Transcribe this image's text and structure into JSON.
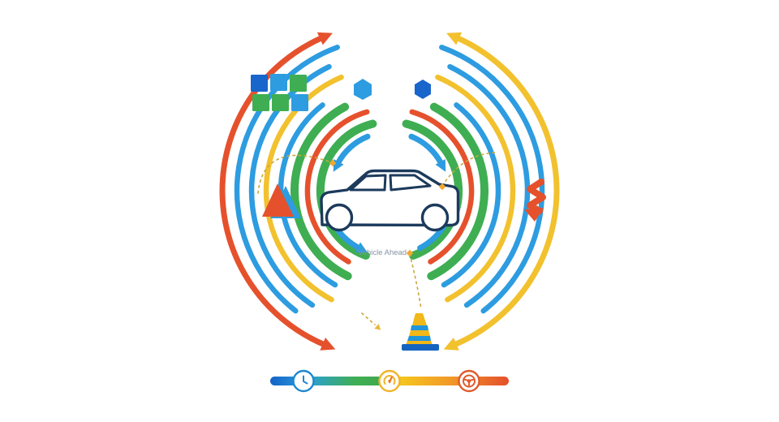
{
  "diagram": {
    "background": "#FFFFFF",
    "center_label": "Vehicle Ahead",
    "colors": {
      "red": "#E5512C",
      "blue": "#2D9CE0",
      "dark_blue": "#1866CC",
      "green": "#3FAE52",
      "yellow": "#F2C12E",
      "car_outline": "#1C3A5C",
      "label_text": "#8593A3",
      "dashed_path": "#C9A83C",
      "cone_yellow": "#F2B718",
      "cone_stripe": "#2196D8",
      "cone_base": "#1565C0"
    },
    "icons": [
      {
        "name": "data-grid-icon"
      },
      {
        "name": "hexagon-icon-light-blue"
      },
      {
        "name": "hexagon-icon-dark-blue"
      },
      {
        "name": "warning-triangle-icon"
      },
      {
        "name": "zigzag-arrow-icon"
      },
      {
        "name": "traffic-cone-icon"
      },
      {
        "name": "car-icon"
      }
    ],
    "timeline": {
      "badges": [
        {
          "name": "clock-icon",
          "ring_color": "#1E88D2"
        },
        {
          "name": "gauge-icon",
          "ring_color": "#F0B429"
        },
        {
          "name": "steering-wheel-icon",
          "ring_color": "#E05A2B"
        }
      ],
      "gradient": [
        "#1462C6",
        "#2B9FDC",
        "#3FAE52",
        "#3FA84E",
        "#F5C51E",
        "#F29A27",
        "#E4502C"
      ]
    }
  }
}
